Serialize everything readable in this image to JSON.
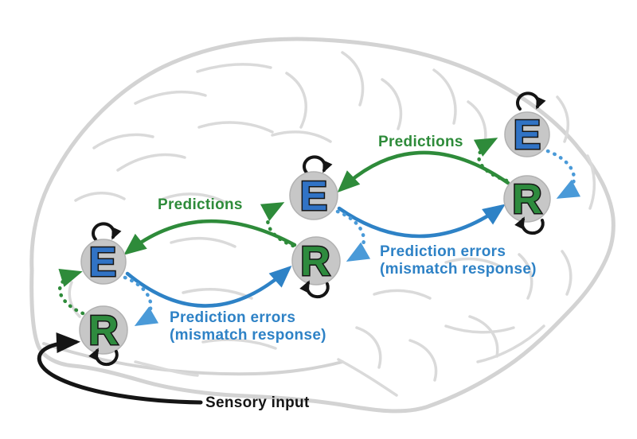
{
  "labels": {
    "predictions_left": "Predictions",
    "predictions_right": "Predictions",
    "prediction_errors_left_line1": "Prediction errors",
    "prediction_errors_left_line2": "(mismatch response)",
    "prediction_errors_right_line1": "Prediction errors",
    "prediction_errors_right_line2": "(mismatch response)",
    "sensory_input": "Sensory input"
  },
  "nodes": {
    "e1": {
      "letter": "E"
    },
    "r1": {
      "letter": "R"
    },
    "e2": {
      "letter": "E"
    },
    "r2": {
      "letter": "R"
    },
    "e3": {
      "letter": "E"
    },
    "r3": {
      "letter": "R"
    }
  },
  "connections": {
    "predictions_solid_top_down": [
      "R2->E1",
      "R3->E2"
    ],
    "predictions_dotted_within_level": [
      "R1->E1",
      "R2->E2",
      "R3->E3"
    ],
    "prediction_errors_solid_bottom_up": [
      "E1->R2",
      "E2->R3"
    ],
    "prediction_errors_dotted_within_level": [
      "E1->R1",
      "E2->R2",
      "E3->R3"
    ],
    "self_loops": [
      "E1",
      "R1",
      "E2",
      "R2",
      "E3",
      "R3"
    ],
    "sensory_input_target": "R1"
  },
  "colors": {
    "prediction_green": "#2e8b3a",
    "error_blue": "#2e82c6",
    "error_blue_light": "#4a9ad8",
    "ink_black": "#151515",
    "node_gray": "#c7c7c7",
    "node_edge": "#b2b2b2",
    "letter_blue": "#3173c5",
    "letter_green": "#2e8b3e",
    "brain_outline": "#d3d3d3",
    "brain_gyri": "#dadada"
  }
}
